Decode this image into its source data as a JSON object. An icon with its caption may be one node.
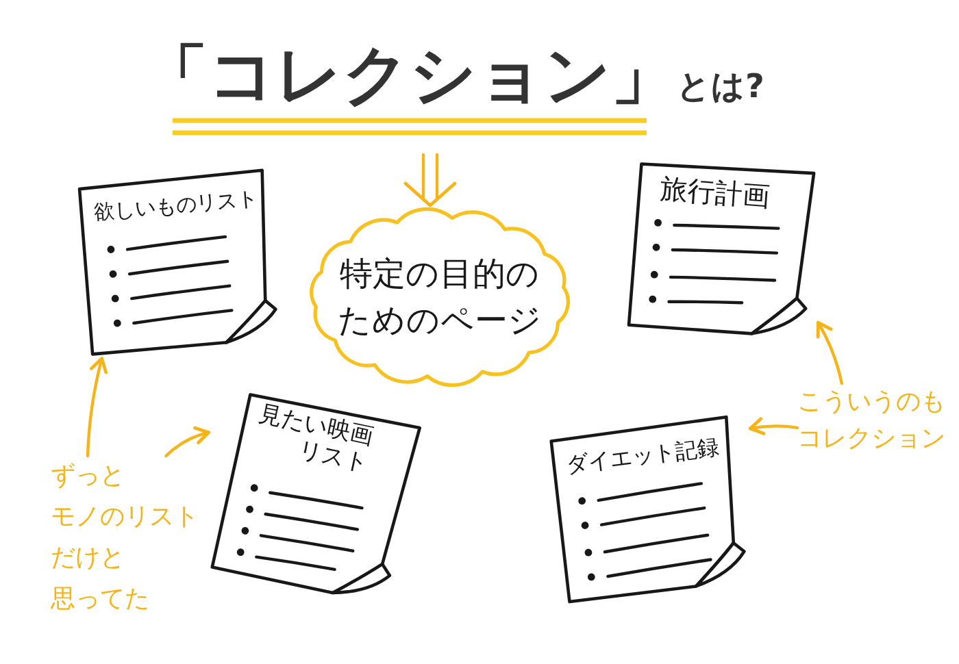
{
  "diagram": {
    "title": "「コレクション」とは?",
    "nodes": [
      {
        "text": [
          "欲しいものリスト"
        ]
      },
      {
        "text": [
          "特定の目的のためのページ"
        ]
      },
      {
        "text": [
          "旅行計画"
        ]
      },
      {
        "text": [
          "ずっとモノのリストだけと思ってた"
        ]
      },
      {
        "text": [
          "見たい映画リスト"
        ]
      },
      {
        "text": [
          "ダイエット記録"
        ]
      },
      {
        "text": [
          "こういうのもコレクション"
        ]
      }
    ],
    "edges": [
      {
        "from": null,
        "to": 1,
        "arrow": "to"
      },
      {
        "from": 3,
        "to": 0,
        "arrow": "to"
      },
      {
        "from": 3,
        "to": 4,
        "arrow": "to"
      },
      {
        "from": 6,
        "to": 2,
        "arrow": "to"
      },
      {
        "from": 6,
        "to": 5,
        "arrow": "to"
      }
    ]
  }
}
